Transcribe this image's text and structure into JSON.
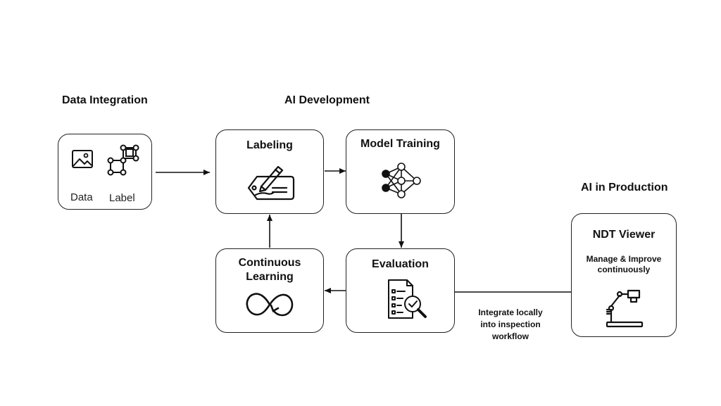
{
  "headings": {
    "data_integration": "Data Integration",
    "ai_development": "AI Development",
    "ai_in_production": "AI in Production"
  },
  "data_box": {
    "data_label": "Data",
    "label_label": "Label"
  },
  "labeling_box": {
    "title": "Labeling"
  },
  "model_training_box": {
    "title": "Model Training"
  },
  "evaluation_box": {
    "title": "Evaluation"
  },
  "continuous_learning_box": {
    "title_line1": "Continuous",
    "title_line2": "Learning"
  },
  "ndt_viewer_box": {
    "title": "NDT Viewer",
    "subtitle_line1": "Manage & Improve",
    "subtitle_line2": "continuously"
  },
  "integrate_note": {
    "line1": "Integrate locally",
    "line2": "into inspection",
    "line3": "workflow"
  }
}
